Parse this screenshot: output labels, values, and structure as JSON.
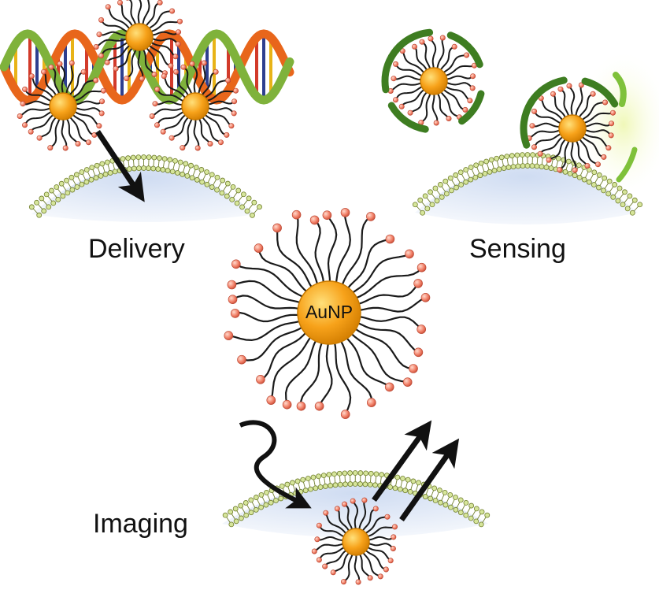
{
  "labels": {
    "delivery": "Delivery",
    "sensing": "Sensing",
    "imaging": "Imaging",
    "core": "AuNP"
  },
  "colors": {
    "gold_core": "#f7a21a",
    "gold_core_edge": "#c97a00",
    "ligand_chain": "#1a1a1a",
    "ligand_head": "#f2826a",
    "membrane_head": "#d6e59a",
    "membrane_edge": "#6f7d2c",
    "cell_fill": "#dce6f5",
    "dna_strand_a": "#e8661b",
    "dna_strand_b": "#7fb23b",
    "protein_green": "#3e7d21",
    "glow": "#f5fbc9",
    "arrow": "#111111"
  }
}
